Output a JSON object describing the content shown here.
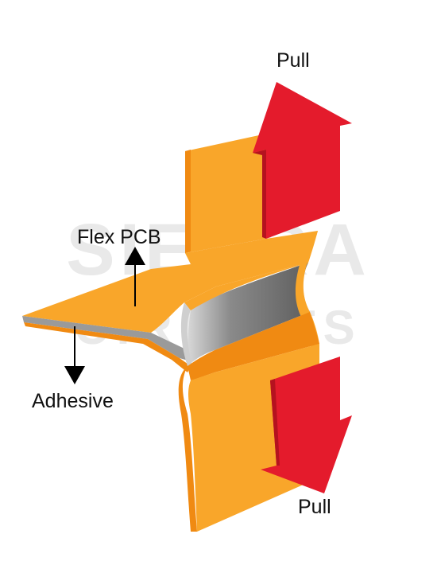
{
  "labels": {
    "pull_top": "Pull",
    "pull_bottom": "Pull",
    "flex_pcb": "Flex PCB",
    "adhesive": "Adhesive"
  },
  "watermark": {
    "line1": "SIERRA",
    "line2": "CIRCUITS"
  },
  "colors": {
    "flex_orange": "#F9A62A",
    "flex_dark_orange": "#F08A12",
    "adhesive_gray": "#6E6E6E",
    "pull_arrow_red": "#E41B2C",
    "pointer_black": "#000000"
  }
}
